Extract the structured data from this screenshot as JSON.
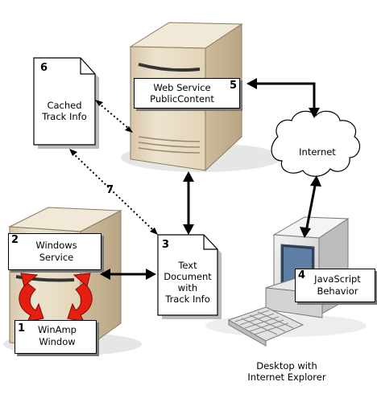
{
  "nodes": {
    "cached": {
      "number": "6",
      "line1": "Cached",
      "line2": "Track Info"
    },
    "webservice": {
      "number": "5",
      "line1": "Web Service",
      "line2": "PublicContent"
    },
    "internet": {
      "label": "Internet"
    },
    "windows_service": {
      "number": "2",
      "line1": "Windows",
      "line2": "Service"
    },
    "winamp": {
      "number": "1",
      "line1": "WinAmp",
      "line2": "Window"
    },
    "textdoc": {
      "number": "3",
      "line1": "Text",
      "line2": "Document",
      "line3": "with",
      "line4": "Track Info"
    },
    "javascript": {
      "number": "4",
      "line1": "JavaScript",
      "line2": "Behavior"
    },
    "desktop": {
      "line1": "Desktop with",
      "line2": "Internet Explorer"
    }
  },
  "edges": {
    "dotted_label": "7"
  },
  "colors": {
    "server": "#E9DCC4",
    "server_dark": "#CBB99A",
    "red_arrow": "#E61E10",
    "monitor": "#E4E4E4"
  }
}
